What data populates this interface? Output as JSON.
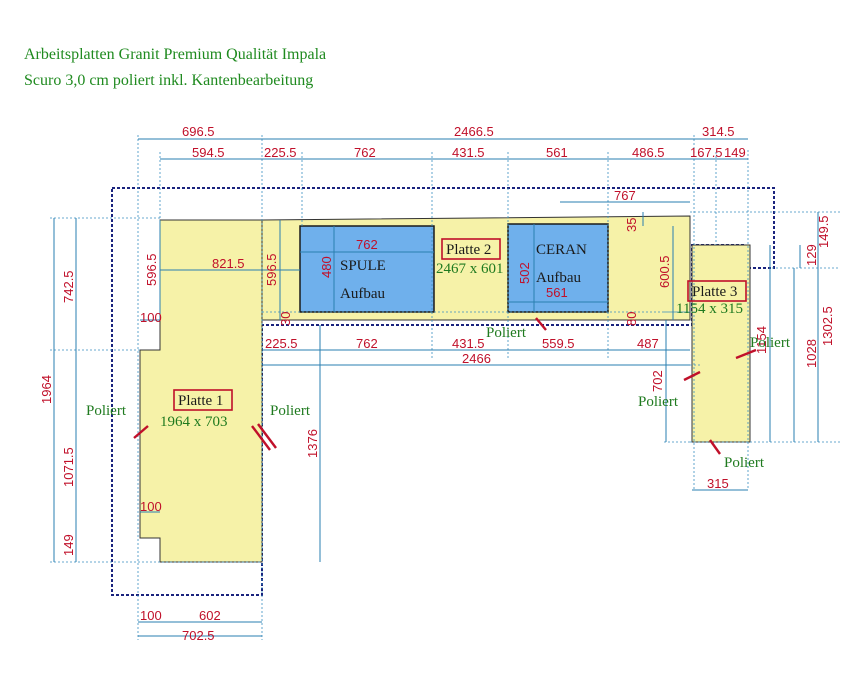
{
  "title": {
    "line1": "Arbeitsplatten Granit Premium Qualität Impala",
    "line2": "Scuro 3,0 cm poliert inkl. Kantenbearbeitung"
  },
  "plates": {
    "p1": {
      "name": "Platte 1",
      "size": "1964 x 703"
    },
    "p2": {
      "name": "Platte 2",
      "size": "2467 x 601"
    },
    "p3": {
      "name": "Platte 3",
      "size": "1154 x 315"
    }
  },
  "cutouts": {
    "sink": {
      "line1": "SPULE",
      "line2": "Aufbau"
    },
    "hob": {
      "line1": "CERAN",
      "line2": "Aufbau"
    }
  },
  "edge_label": "Poliert",
  "dims": {
    "top_696": "696.5",
    "top_2466": "2466.5",
    "top_314": "314.5",
    "r2_594": "594.5",
    "r2_225": "225.5",
    "r2_762": "762",
    "r2_431": "431.5",
    "r2_561": "561",
    "r2_486": "486.5",
    "r2_167": "167.5",
    "r2_149": "149",
    "d_767": "767",
    "d_35": "35",
    "d_821": "821.5",
    "d_596a": "596.5",
    "d_596b": "596.5",
    "d_480": "480",
    "d_762in": "762",
    "d_502": "502",
    "d_561in": "561",
    "d_600": "600.5",
    "d_100a": "100",
    "d_30a": "30",
    "d_80": "80",
    "m_225": "225.5",
    "m_762": "762",
    "m_431": "431.5",
    "m_559": "559.5",
    "m_487": "487",
    "m_2466": "2466",
    "l_742": "742.5",
    "l_1964": "1964",
    "l_1071": "1071.5",
    "l_149": "149",
    "d_1376": "1376",
    "d_702": "702",
    "d_100b": "100",
    "r_1154": "1154",
    "r_1028": "1028",
    "r_1302": "1302.5",
    "r_129": "129",
    "r_149": "149.5",
    "b_100": "100",
    "b_602": "602",
    "b_702": "702.5",
    "b_315": "315"
  }
}
